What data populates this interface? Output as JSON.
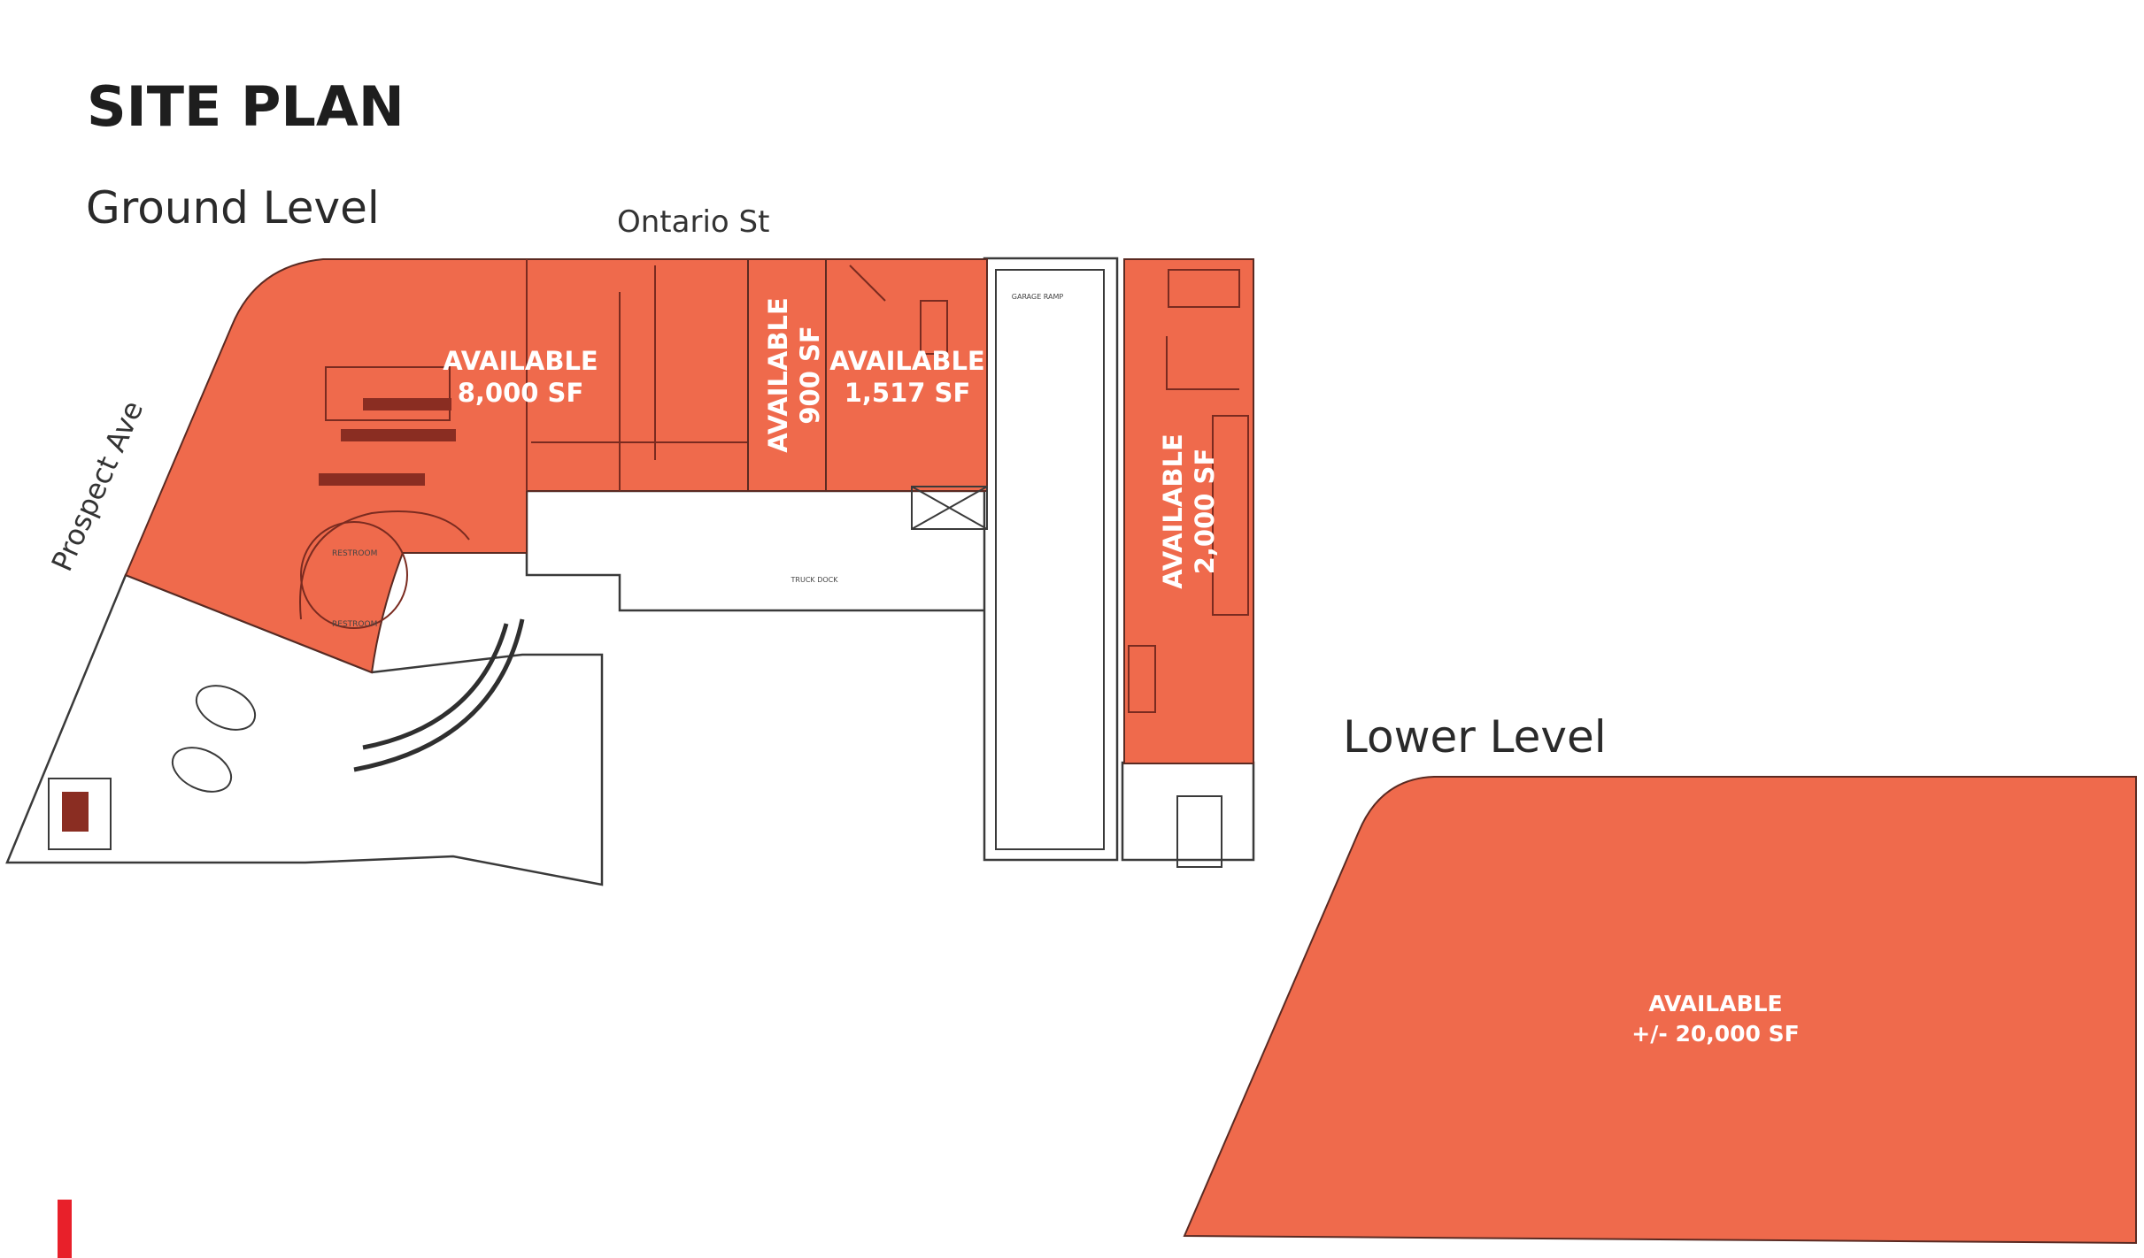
{
  "page_title": "SITE PLAN",
  "ground_level": {
    "heading": "Ground Level",
    "streets": {
      "north": "Ontario St",
      "west": "Prospect Ave"
    },
    "units": [
      {
        "status": "AVAILABLE",
        "size": "8,000 SF"
      },
      {
        "status": "AVAILABLE",
        "size": "900 SF"
      },
      {
        "status": "AVAILABLE",
        "size": "1,517 SF"
      },
      {
        "status": "AVAILABLE",
        "size": "2,000 SF"
      }
    ],
    "room_labels": {
      "garage_ramp": "GARAGE RAMP",
      "truck_dock": "TRUCK DOCK",
      "restroom_a": "RESTROOM",
      "restroom_b": "RESTROOM"
    }
  },
  "lower_level": {
    "heading": "Lower Level",
    "unit": {
      "status": "AVAILABLE",
      "size": "+/- 20,000 SF"
    }
  },
  "colors": {
    "available_fill": "#ef6a4c",
    "accent_bar": "#e8202a",
    "title_text": "#1e1e1e"
  }
}
